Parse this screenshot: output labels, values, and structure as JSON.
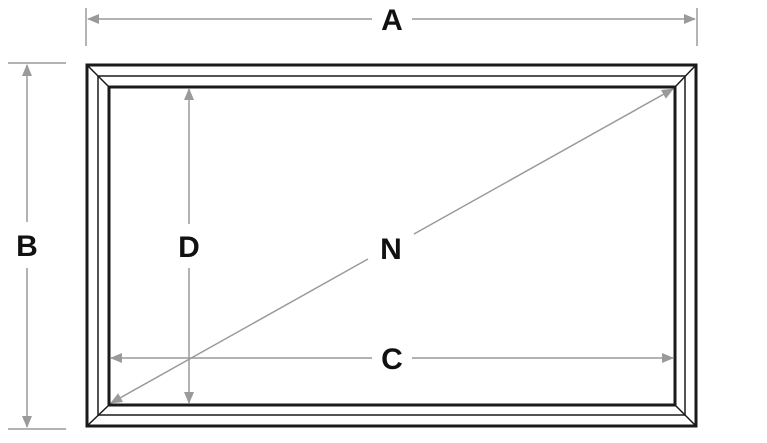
{
  "labels": {
    "outer_width": "A",
    "outer_height": "B",
    "inner_width": "C",
    "inner_height": "D",
    "diagonal": "N"
  },
  "colors": {
    "frame_stroke": "#1a1a1a",
    "dimension_line": "#9a9a9a",
    "label_text": "#111111",
    "background": "#ffffff"
  }
}
